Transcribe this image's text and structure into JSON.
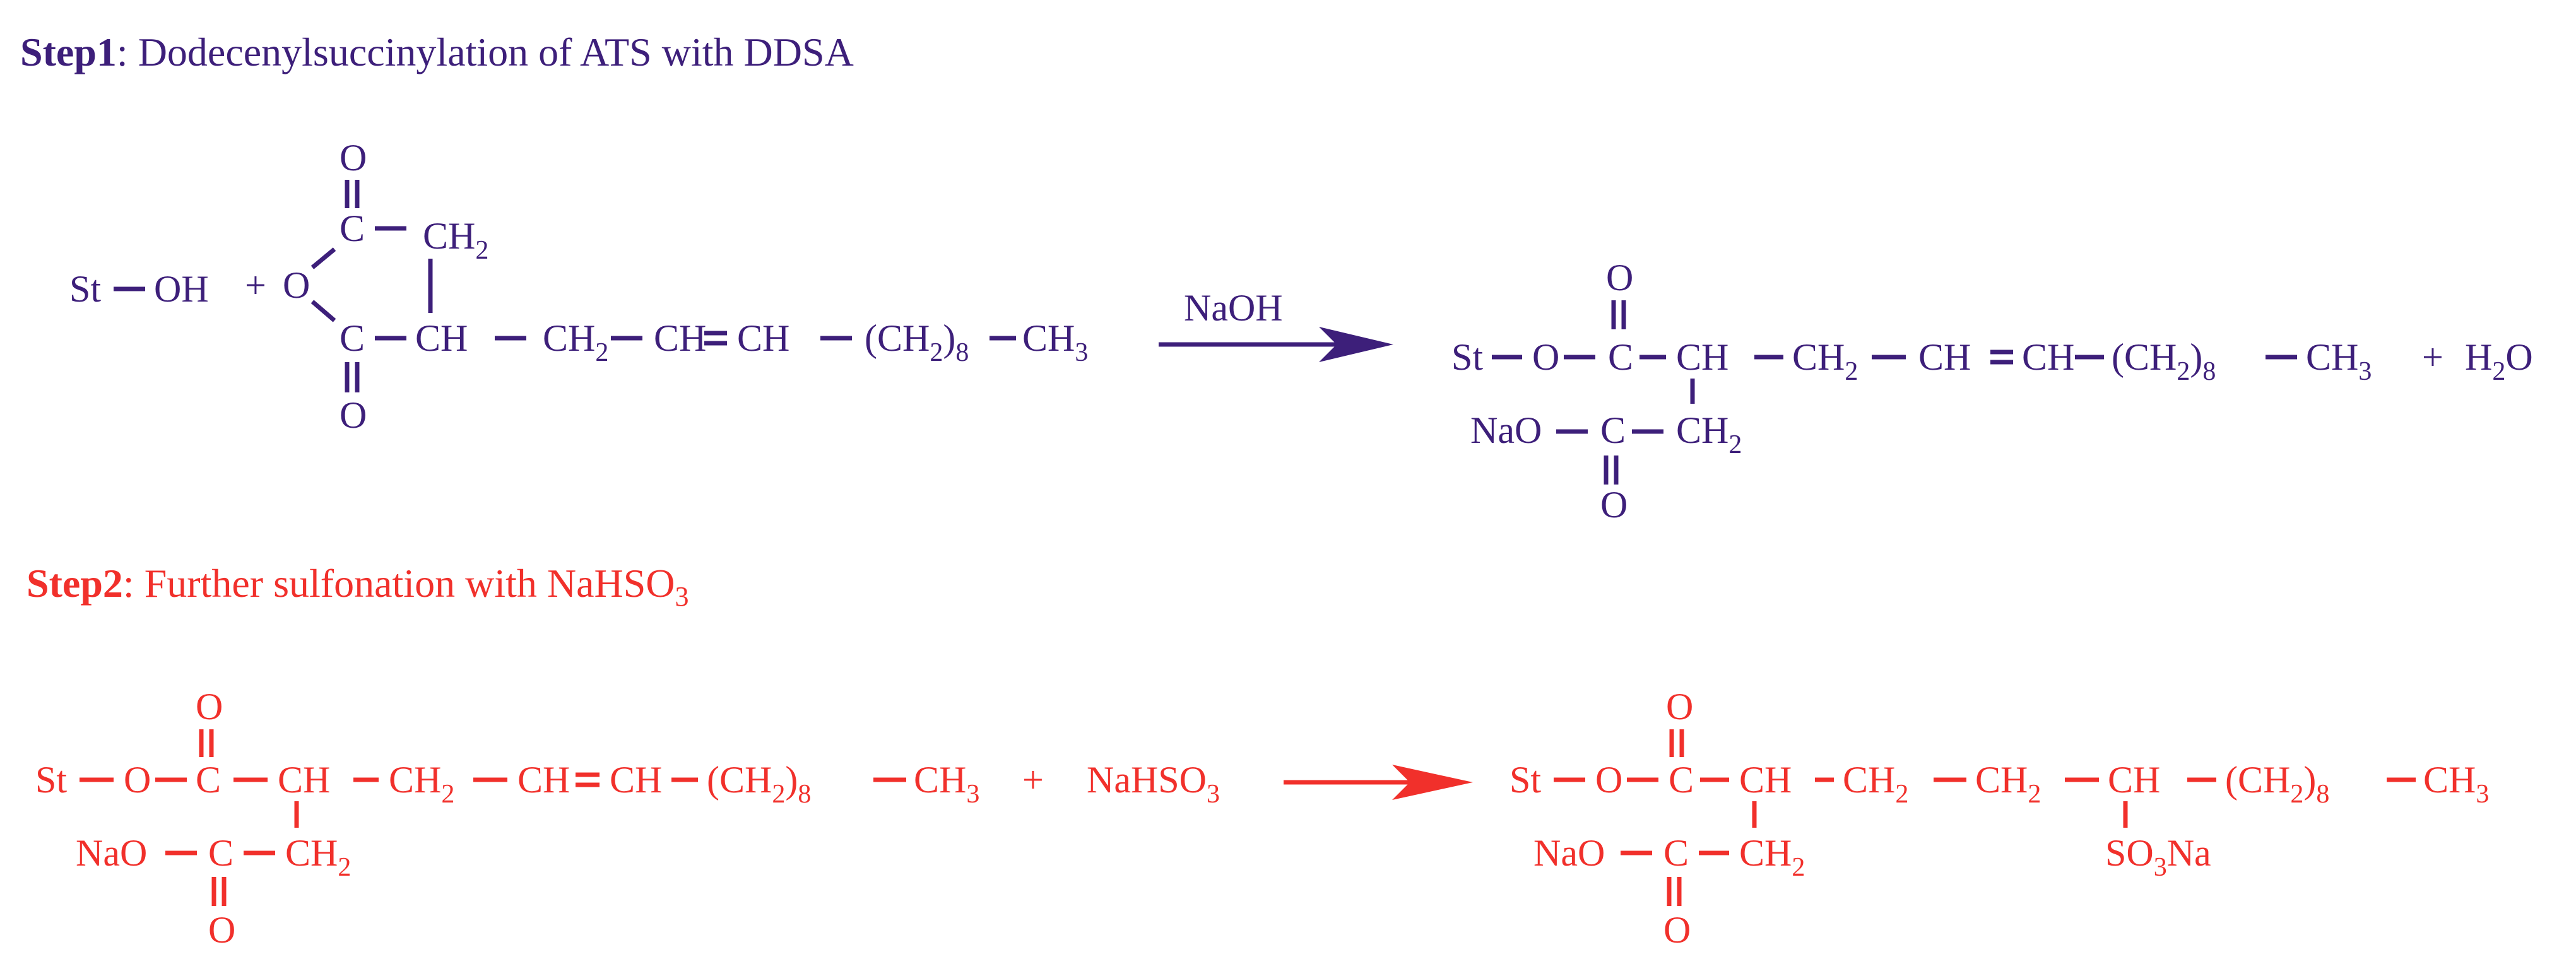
{
  "colors": {
    "step1": "#3d1f7a",
    "step2": "#f1302b"
  },
  "step1": {
    "label": "Step1",
    "title": ": Dodecenylsuccinylation of ATS with DDSA",
    "reagent": "NaOH",
    "reactant_starch": "St",
    "reactant_oh": "OH",
    "plus": "+",
    "ring_o": "O",
    "carbonyl_o": "O",
    "c": "C",
    "ch": "CH",
    "ch2": "CH",
    "sub2": "2",
    "sub8": "8",
    "ch3": "CH",
    "sub3": "3",
    "paren_open": "(CH",
    "paren_close": ")",
    "water_h": "H",
    "water_o": "O",
    "nao": "NaO",
    "ester_o": "O"
  },
  "step2": {
    "label": "Step2",
    "title": ": Further sulfonation with NaHSO",
    "title_sub": "3",
    "reagent": "NaHSO",
    "reagent_sub": "3",
    "so3na_a": "SO",
    "so3na_b": "Na"
  }
}
